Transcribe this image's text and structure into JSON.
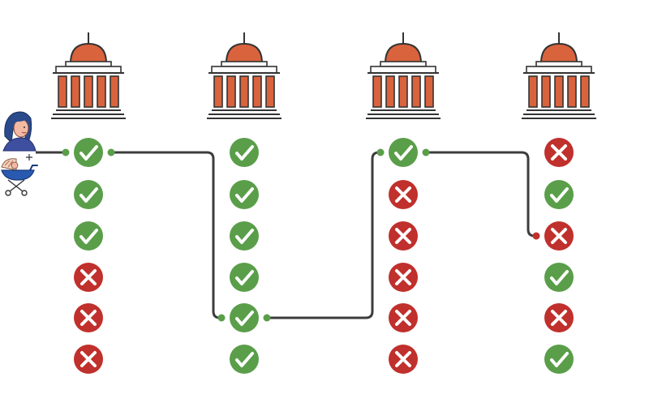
{
  "colors": {
    "check": "#5a9e4a",
    "cross": "#c0302c",
    "path": "#3d3d3d",
    "building_fill": "#d9633c",
    "building_stroke": "#333333"
  },
  "columns": [
    {
      "icon": "government-building-icon",
      "statuses": [
        "check",
        "check",
        "check",
        "cross",
        "cross",
        "cross"
      ]
    },
    {
      "icon": "government-building-icon",
      "statuses": [
        "check",
        "check",
        "check",
        "check",
        "check",
        "check"
      ]
    },
    {
      "icon": "government-building-icon",
      "statuses": [
        "check",
        "cross",
        "cross",
        "cross",
        "cross",
        "cross"
      ]
    },
    {
      "icon": "government-building-icon",
      "statuses": [
        "cross",
        "check",
        "cross",
        "check",
        "cross",
        "check"
      ]
    }
  ],
  "path_steps": [
    {
      "column": 0,
      "row": 0
    },
    {
      "column": 1,
      "row": 4
    },
    {
      "column": 2,
      "row": 0
    },
    {
      "column": 3,
      "row": 2
    }
  ],
  "start_icon": "parent-with-stroller-icon"
}
